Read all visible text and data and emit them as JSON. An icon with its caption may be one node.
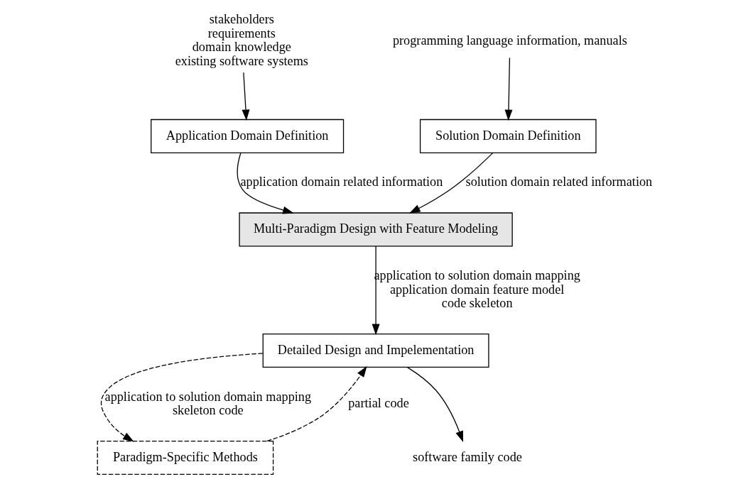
{
  "diagram": {
    "nodes": [
      {
        "text": [
          "stakeholders",
          "requirements",
          "domain knowledge",
          "existing software systems"
        ]
      },
      {
        "text": [
          "Application Domain Definition"
        ]
      },
      {
        "text": [
          "programming language information, manuals"
        ]
      },
      {
        "text": [
          "Solution Domain Definition"
        ]
      },
      {
        "text": [
          "Multi-Paradigm Design with Feature Modeling"
        ]
      },
      {
        "text": [
          "Detailed Design and Impelementation"
        ]
      },
      {
        "text": [
          "Paradigm-Specific Methods"
        ]
      },
      {
        "text": [
          "software family code"
        ]
      }
    ],
    "edges": [
      {
        "from": 0,
        "to": 1,
        "arrow": "to"
      },
      {
        "from": 2,
        "to": 3,
        "arrow": "to"
      },
      {
        "from": 1,
        "to": 4,
        "arrow": "to",
        "label": [
          "application domain related information"
        ]
      },
      {
        "from": 3,
        "to": 4,
        "arrow": "to",
        "label": [
          "solution domain related information"
        ]
      },
      {
        "from": 4,
        "to": 5,
        "arrow": "to",
        "label": [
          "application to solution domain mapping",
          "application domain feature model",
          "code skeleton"
        ]
      },
      {
        "from": 5,
        "to": 6,
        "arrow": "to",
        "style": "dashed",
        "label": [
          "application to solution domain mapping",
          "skeleton code"
        ]
      },
      {
        "from": 6,
        "to": 5,
        "arrow": "to",
        "style": "dashed",
        "label": [
          "partial code"
        ]
      },
      {
        "from": 5,
        "to": 7,
        "arrow": "to"
      }
    ]
  }
}
